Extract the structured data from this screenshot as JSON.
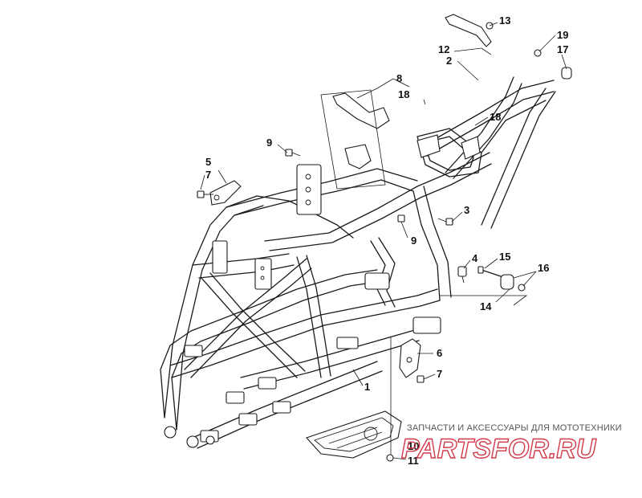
{
  "callouts": [
    {
      "id": "c13",
      "text": "13"
    },
    {
      "id": "c12",
      "text": "12"
    },
    {
      "id": "c19",
      "text": "19"
    },
    {
      "id": "c17",
      "text": "17"
    },
    {
      "id": "c2",
      "text": "2"
    },
    {
      "id": "c8",
      "text": "8"
    },
    {
      "id": "c18a",
      "text": "18"
    },
    {
      "id": "c18b",
      "text": "18"
    },
    {
      "id": "c9a",
      "text": "9"
    },
    {
      "id": "c5",
      "text": "5"
    },
    {
      "id": "c7a",
      "text": "7"
    },
    {
      "id": "c3",
      "text": "3"
    },
    {
      "id": "c9b",
      "text": "9"
    },
    {
      "id": "c4",
      "text": "4"
    },
    {
      "id": "c15",
      "text": "15"
    },
    {
      "id": "c16",
      "text": "16"
    },
    {
      "id": "c14",
      "text": "14"
    },
    {
      "id": "c6",
      "text": "6"
    },
    {
      "id": "c7b",
      "text": "7"
    },
    {
      "id": "c1",
      "text": "1"
    },
    {
      "id": "c10",
      "text": "10"
    },
    {
      "id": "c11",
      "text": "11"
    }
  ],
  "watermark": {
    "tagline": "ЗАПЧАСТИ И АКСЕССУАРЫ ДЛЯ МОТОТЕХНИКИ",
    "logo": "PARTSFOR.RU"
  },
  "colors": {
    "line": "#1a1a1a",
    "watermark_logo": "#d23a4a",
    "watermark_text": "#555555"
  }
}
